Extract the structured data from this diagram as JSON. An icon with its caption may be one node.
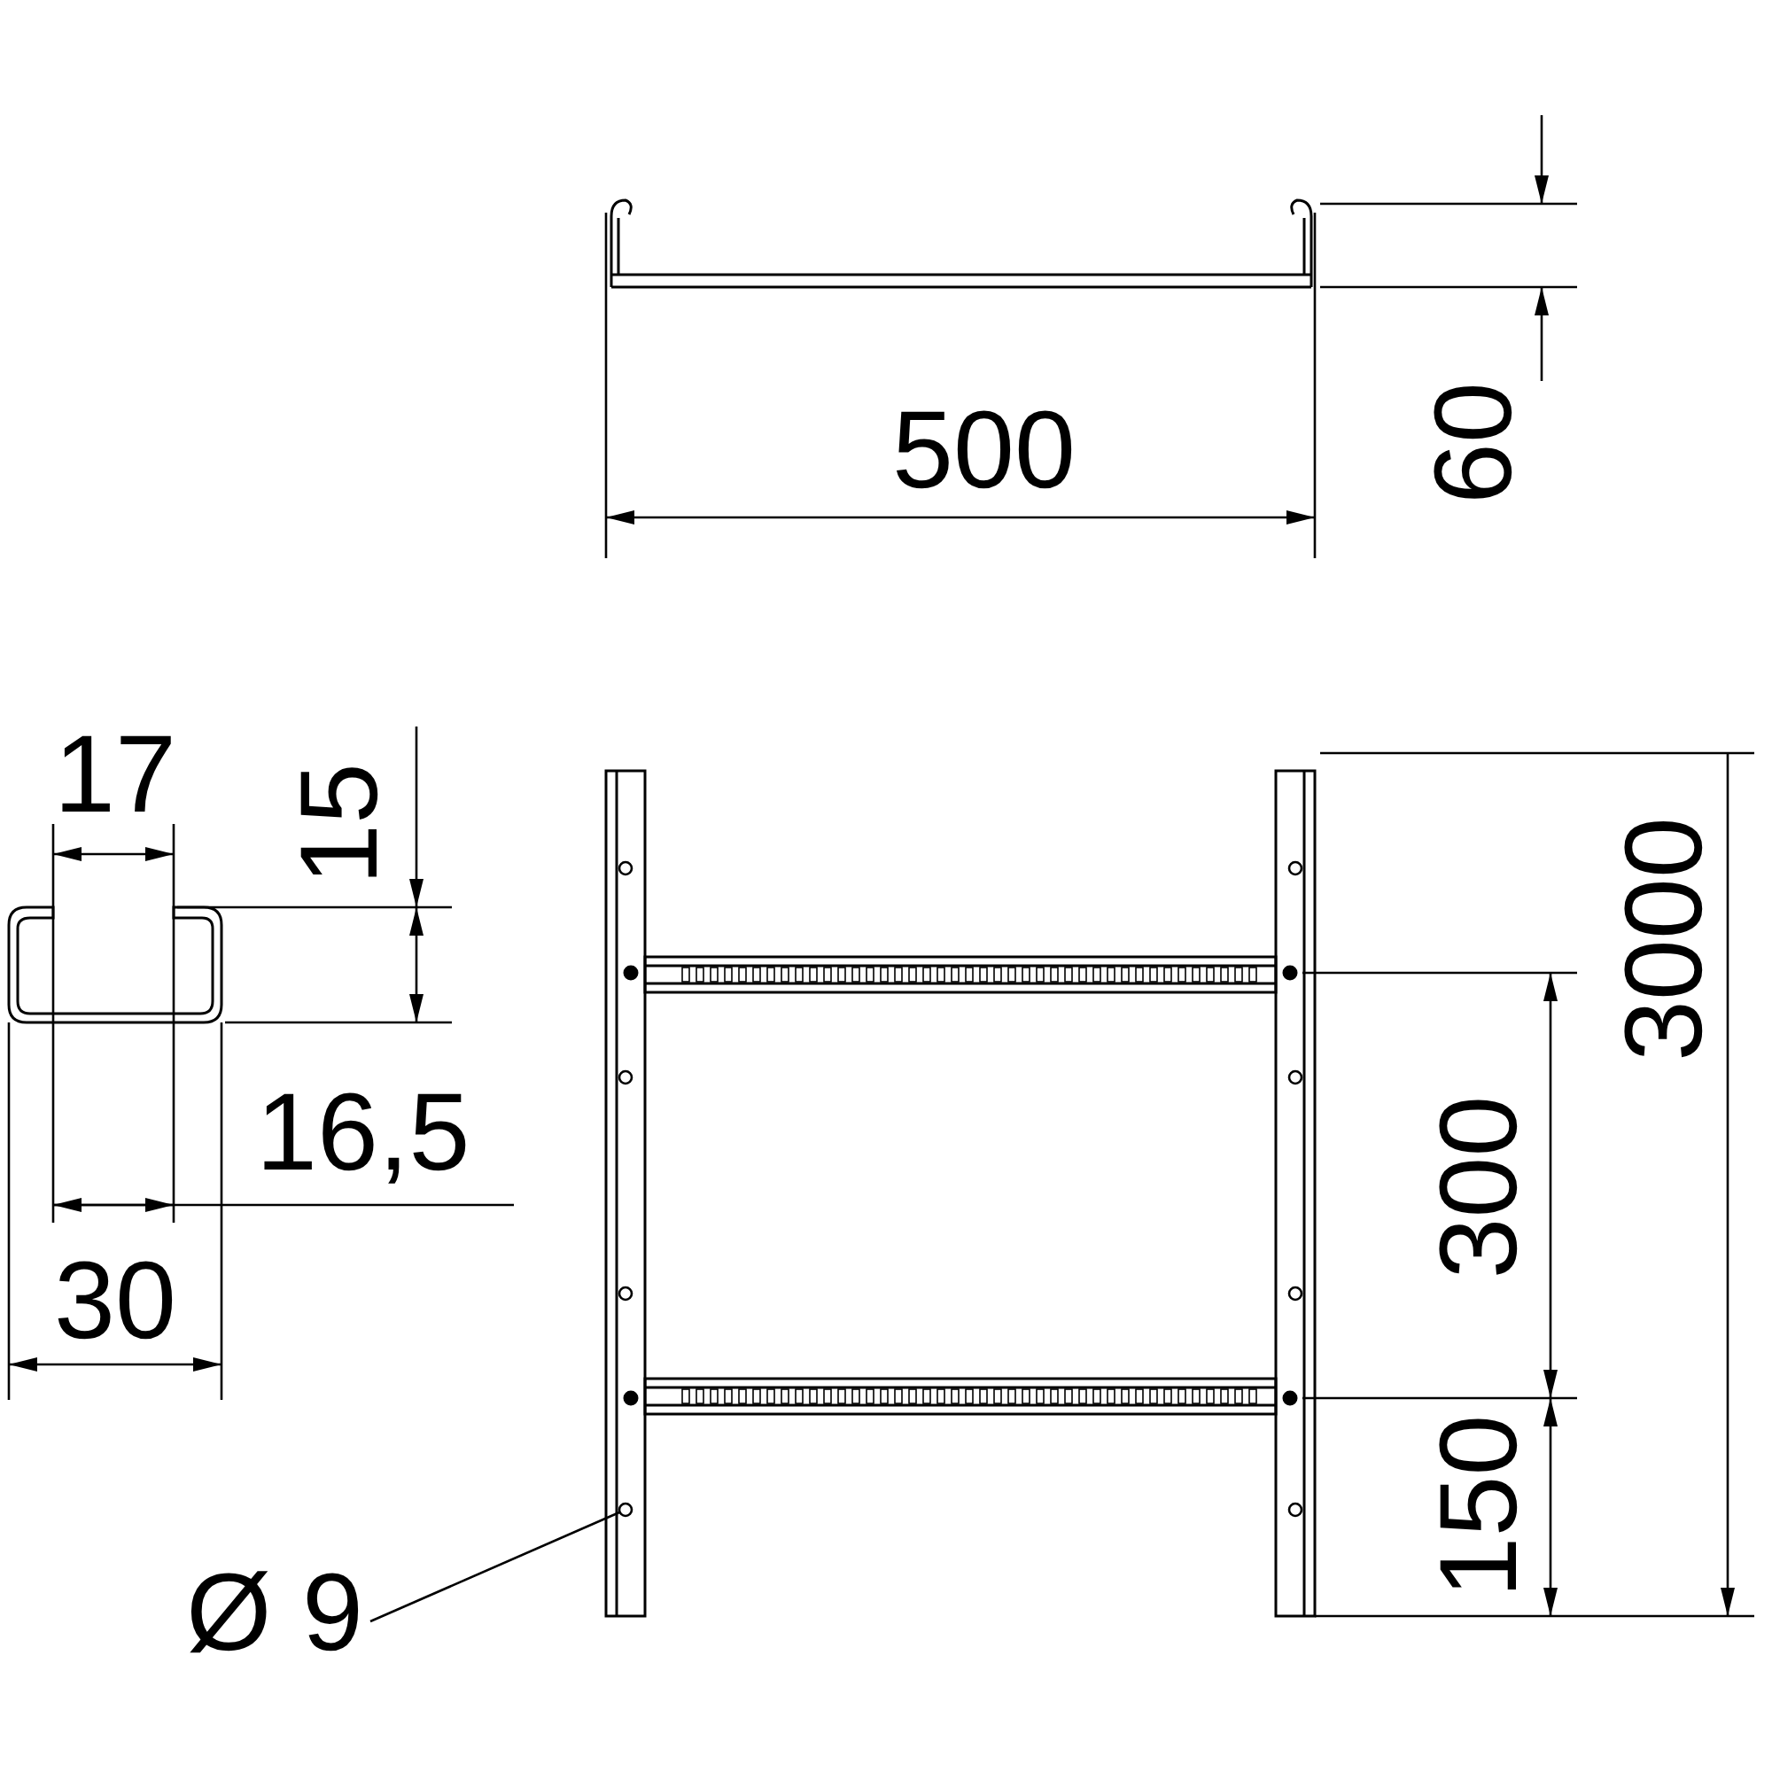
{
  "diagram": {
    "nodes": [
      {
        "text": [
          "Ø 9"
        ]
      },
      {
        "text": [],
        "shape": "circle"
      }
    ],
    "edges": [
      {
        "from": 0,
        "to": 1,
        "arrow": "none"
      }
    ],
    "labels": [
      "500",
      "60",
      "17",
      "15",
      "3000",
      "16,5",
      "300",
      "30",
      "150"
    ]
  }
}
